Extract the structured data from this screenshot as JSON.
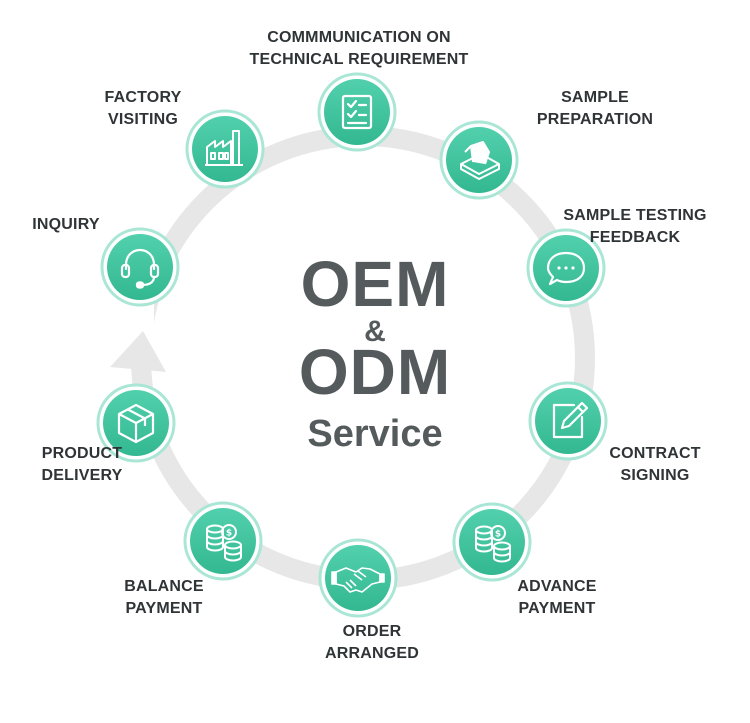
{
  "center": {
    "line1": "OEM",
    "ampersand": "&",
    "line2": "ODM",
    "line3": "Service"
  },
  "colors": {
    "ring": "#e6e7e6",
    "node": "#3fc4a0",
    "node_ring": "#a9e6d5",
    "text": "#2f3436",
    "title": "#555b5d"
  },
  "steps": [
    {
      "id": "communication",
      "lines": [
        "COMMMUNICATION ON",
        "TECHNICAL REQUIREMENT"
      ],
      "icon": "checklist-icon"
    },
    {
      "id": "sample-preparation",
      "lines": [
        "SAMPLE",
        "PREPARATION"
      ],
      "icon": "box-tray-icon"
    },
    {
      "id": "sample-testing",
      "lines": [
        "SAMPLE TESTING",
        "FEEDBACK"
      ],
      "icon": "chat-bubble-icon"
    },
    {
      "id": "contract-signing",
      "lines": [
        "CONTRACT",
        "SIGNING"
      ],
      "icon": "pen-square-icon"
    },
    {
      "id": "advance-payment",
      "lines": [
        "ADVANCE",
        "PAYMENT"
      ],
      "icon": "coins-icon"
    },
    {
      "id": "order-arranged",
      "lines": [
        "ORDER",
        "ARRANGED"
      ],
      "icon": "handshake-icon"
    },
    {
      "id": "balance-payment",
      "lines": [
        "BALANCE",
        "PAYMENT"
      ],
      "icon": "coins-icon"
    },
    {
      "id": "product-delivery",
      "lines": [
        "PRODUCT",
        "DELIVERY"
      ],
      "icon": "package-icon"
    },
    {
      "id": "inquiry",
      "lines": [
        "INQUIRY"
      ],
      "icon": "headset-icon"
    },
    {
      "id": "factory-visiting",
      "lines": [
        "FACTORY",
        "VISITING"
      ],
      "icon": "factory-icon"
    }
  ]
}
